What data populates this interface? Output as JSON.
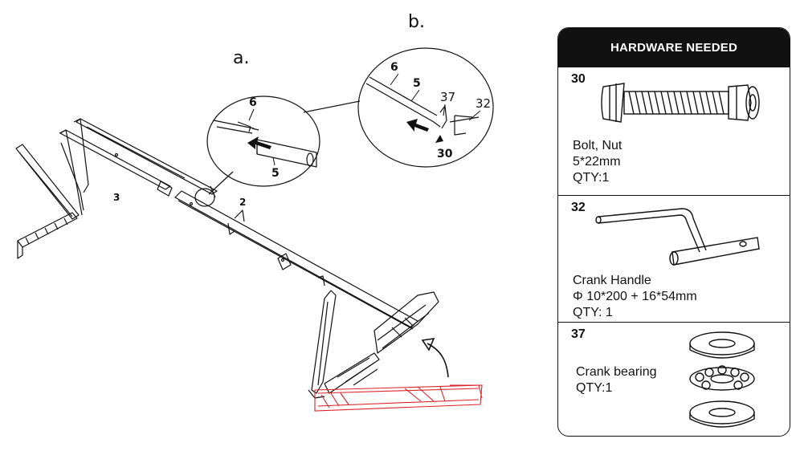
{
  "diagram": {
    "step_a_label": "a.",
    "step_b_label": "b.",
    "callouts": {
      "part_6_a": "6",
      "part_5_a": "5",
      "part_6_b": "6",
      "part_5_b": "5",
      "part_37_b": "37",
      "part_32_b": "32",
      "part_30_b": "30",
      "part_3_main": "3",
      "part_2_main": "2"
    },
    "colors": {
      "line": "#111111",
      "highlight": "#d8232a"
    }
  },
  "hardware": {
    "title": "HARDWARE NEEDED",
    "items": [
      {
        "number": "30",
        "lines": [
          "Bolt, Nut",
          "5*22mm",
          "QTY:1"
        ],
        "icon": "bolt-nut-icon"
      },
      {
        "number": "32",
        "lines": [
          "Crank Handle",
          "Φ 10*200 + 16*54mm",
          "QTY: 1"
        ],
        "icon": "crank-handle-icon"
      },
      {
        "number": "37",
        "lines": [
          "Crank bearing",
          "QTY:1"
        ],
        "icon": "crank-bearing-icon"
      }
    ]
  }
}
